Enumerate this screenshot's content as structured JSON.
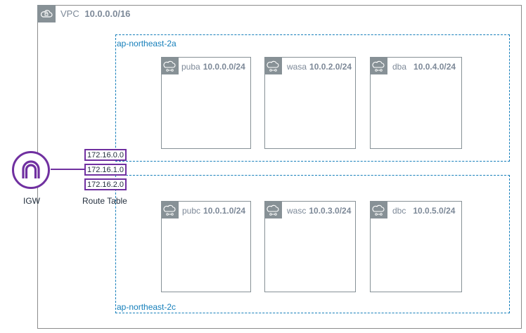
{
  "vpc": {
    "label": "VPC",
    "cidr": "10.0.0.0/16"
  },
  "availability_zones": [
    {
      "name": "ap-northeast-2a"
    },
    {
      "name": "ap-northeast-2c"
    }
  ],
  "subnets": [
    {
      "name": "puba",
      "cidr": "10.0.0.0/24"
    },
    {
      "name": "wasa",
      "cidr": "10.0.2.0/24"
    },
    {
      "name": "dba",
      "cidr": "10.0.4.0/24"
    },
    {
      "name": "pubc",
      "cidr": "10.0.1.0/24"
    },
    {
      "name": "wasc",
      "cidr": "10.0.3.0/24"
    },
    {
      "name": "dbc",
      "cidr": "10.0.5.0/24"
    }
  ],
  "igw": {
    "label": "IGW",
    "color": "#7030a0"
  },
  "route_table": {
    "label": "Route Table",
    "entries": [
      "172.16.0.0",
      "172.16.1.0",
      "172.16.2.0"
    ],
    "color": "#7030a0"
  },
  "icons": {
    "vpc": "cloud-lock-icon",
    "subnet": "cloud-network-icon",
    "igw": "internet-gateway-icon"
  }
}
